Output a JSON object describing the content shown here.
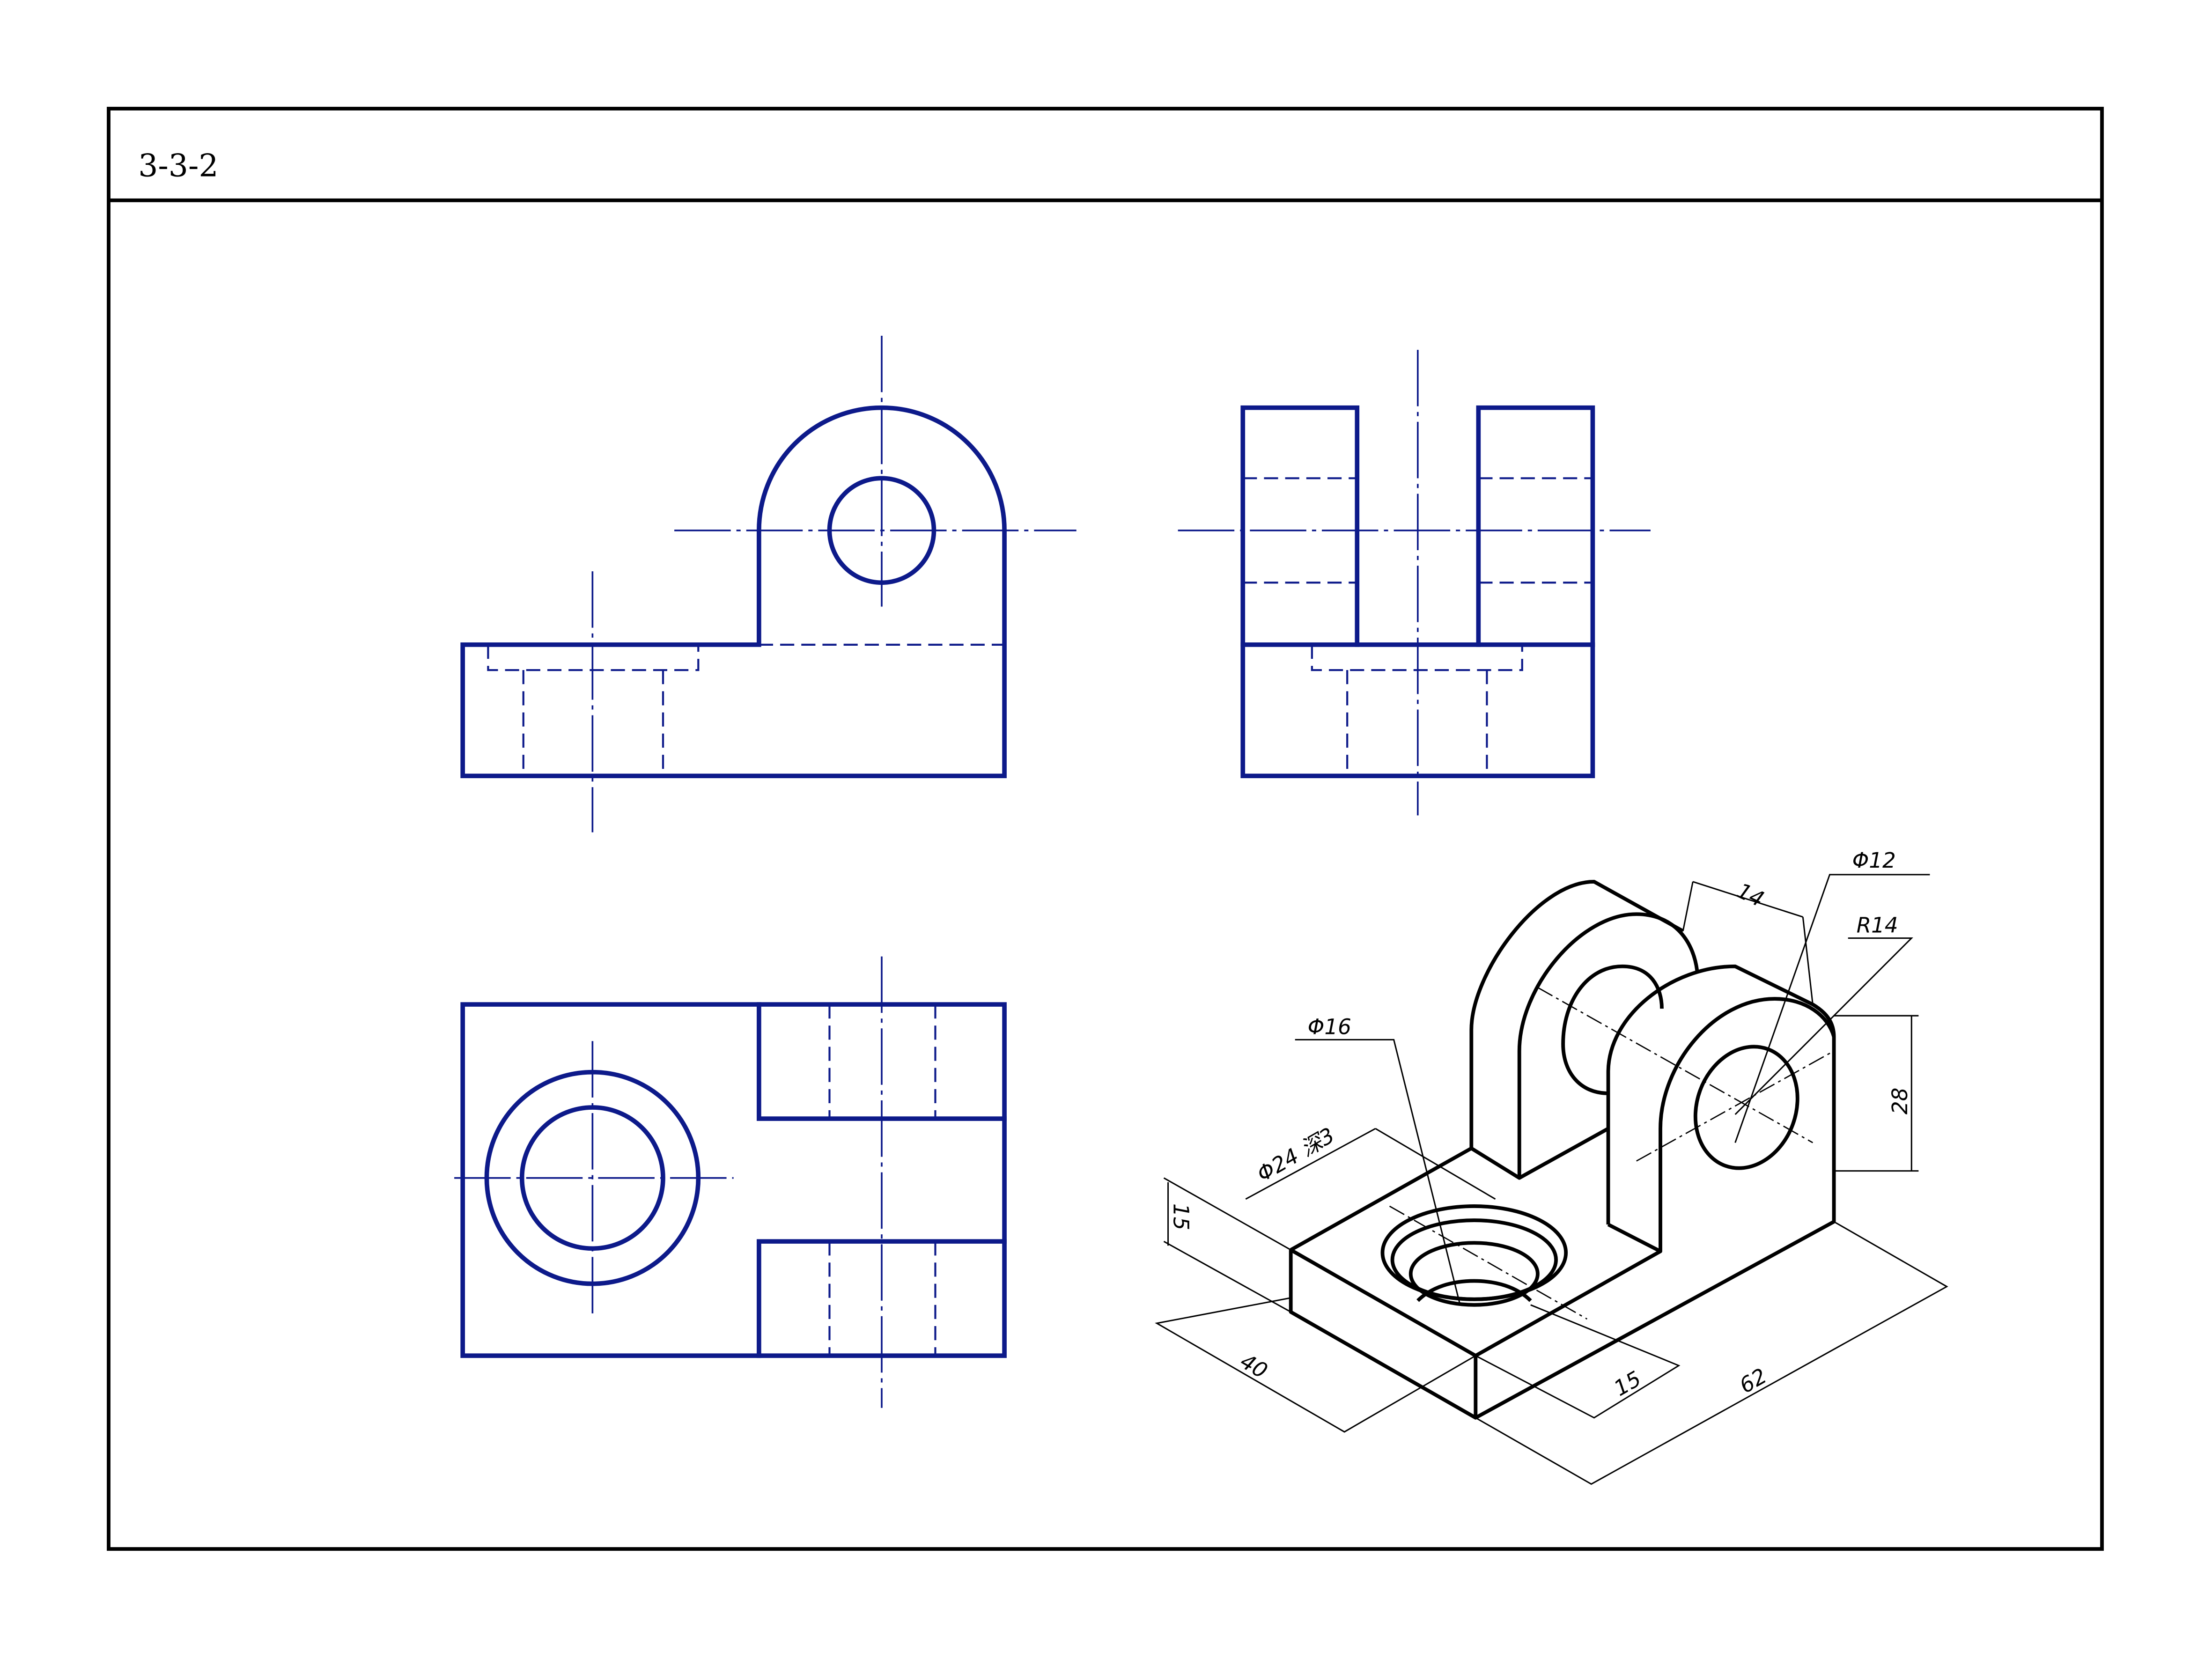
{
  "sheet": {
    "title": "3-3-2",
    "line_color": "#0d1a8a"
  },
  "isometric_dimensions": {
    "d_14": "14",
    "d_phi12": "Φ12",
    "d_r14": "R14",
    "d_phi16": "Φ16",
    "d_phi24_depth": "Φ24 深3",
    "d_15_height": "15",
    "d_28": "28",
    "d_40": "40",
    "d_15_width": "15",
    "d_62": "62"
  }
}
